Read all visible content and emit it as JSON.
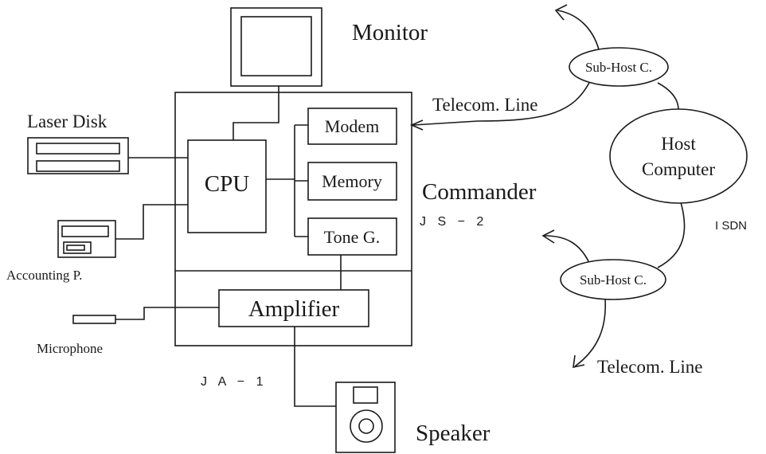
{
  "labels": {
    "monitor": "Monitor",
    "laser_disk": "Laser Disk",
    "cpu": "CPU",
    "modem": "Modem",
    "memory": "Memory",
    "tone_g": "Tone G.",
    "commander": "Commander",
    "js2": "J S − 2",
    "accounting": "Accounting P.",
    "amplifier": "Amplifier",
    "microphone": "Microphone",
    "ja1": "J A − 1",
    "speaker": "Speaker",
    "telecom_top": "Telecom. Line",
    "telecom_bottom": "Telecom. Line",
    "subhost_top": "Sub-Host C.",
    "subhost_bottom": "Sub-Host C.",
    "host_line1": "Host",
    "host_line2": "Computer",
    "isdn": "I SDN"
  }
}
